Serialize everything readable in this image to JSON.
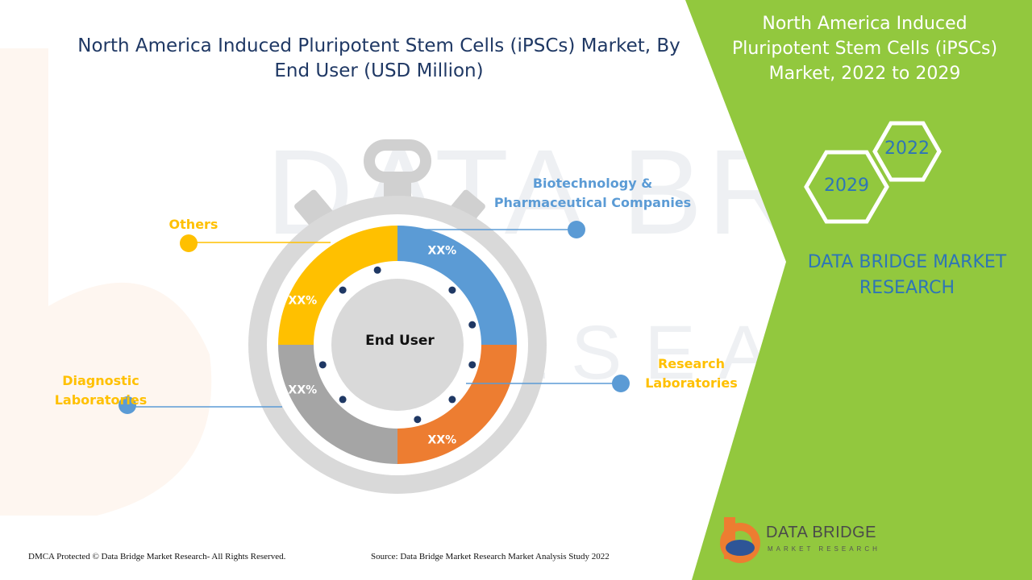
{
  "title": "North America Induced Pluripotent Stem Cells (iPSCs) Market, By End User (USD Million)",
  "panel": {
    "title": "North America Induced Pluripotent Stem Cells (iPSCs) Market, 2022 to 2029",
    "year_start": "2022",
    "year_end": "2029",
    "brand": "DATA BRIDGE MARKET RESEARCH"
  },
  "chart_data": {
    "type": "pie",
    "center_label": "End User",
    "categories": [
      "Biotechnology & Pharmaceutical Companies",
      "Research Laboratories",
      "Diagnostic Laboratories",
      "Others"
    ],
    "values": [
      25,
      25,
      25,
      25
    ],
    "data_labels": [
      "XX%",
      "XX%",
      "XX%",
      "XX%"
    ],
    "colors": [
      "#5b9bd5",
      "#ed7d31",
      "#a5a5a5",
      "#ffc000"
    ]
  },
  "footer": {
    "copyright": "DMCA Protected © Data Bridge Market Research- All Rights Reserved.",
    "source": "Source: Data Bridge Market Research Market Analysis Study 2022"
  },
  "logo": {
    "name": "DATA BRIDGE",
    "tagline": "MARKET RESEARCH"
  },
  "colors": {
    "green_panel": "#92c83e",
    "title_navy": "#1f3864",
    "brand_blue": "#2e75b6",
    "ring_gray": "#d9d9d9",
    "dot_navy": "#1f3864"
  }
}
